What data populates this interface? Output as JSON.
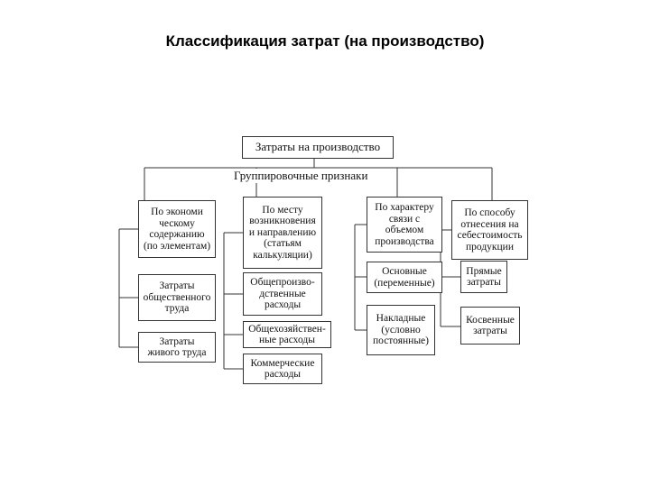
{
  "title": "Классификация затрат (на производство)",
  "diagram": {
    "root": "Затраты на производство",
    "grouping_label": "Группировочные признаки",
    "categories": [
      {
        "label": "По экономи\nческому\nсодержанию\n(по элементам)",
        "children": [
          "Затраты\nобщественного\nтруда",
          "Затраты\nживого труда"
        ]
      },
      {
        "label": "По месту\nвозникновения\nи направлению\n(статьям\nкалькуляции)",
        "children": [
          "Общепроизво-\nдственные\nрасходы",
          "Общехозяйствен-\nные расходы",
          "Коммерческие\nрасходы"
        ]
      },
      {
        "label": "По характеру\nсвязи с\nобъемом\nпроизводства",
        "children": [
          "Основные\n(переменные)",
          "Накладные\n(условно\nпостоянные)"
        ]
      },
      {
        "label": "По способу\nотнесения на\nсебестоимость\nпродукции",
        "children": [
          "Прямые\nзатраты",
          "Косвенные\nзатраты"
        ]
      }
    ]
  }
}
